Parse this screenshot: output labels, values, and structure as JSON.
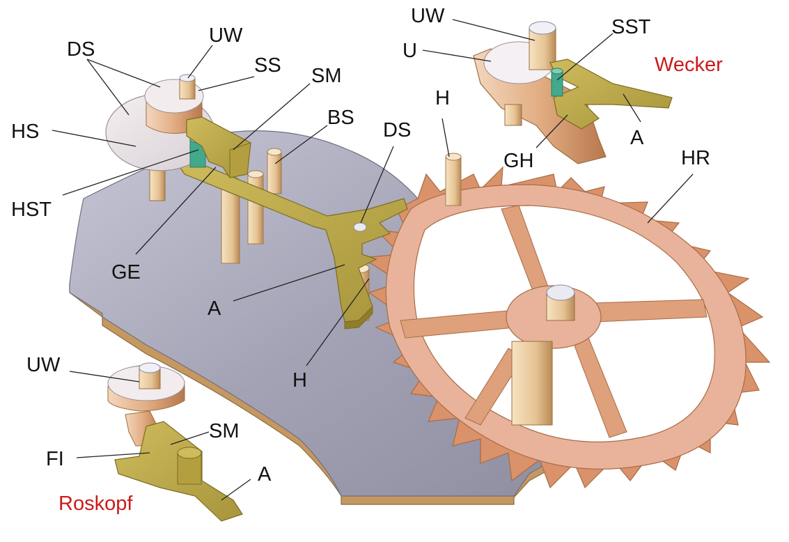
{
  "colors": {
    "plate": "#a7a7b9",
    "plate_edge": "#b88b50",
    "brass": "#e4b48f",
    "brass_dark": "#b9784c",
    "lever": "#bba84a",
    "lever_dark": "#8f7d2a",
    "pin": "#eed2a6",
    "jewel": "#3aa58c",
    "caption_red": "#cc1a1a"
  },
  "labels": {
    "main_uw": "UW",
    "main_ds_top": "DS",
    "main_ss": "SS",
    "main_sm": "SM",
    "main_hs": "HS",
    "main_bs": "BS",
    "main_h_top": "H",
    "main_ds_fork": "DS",
    "main_hst": "HST",
    "main_ge": "GE",
    "main_a": "A",
    "main_h_bottom": "H",
    "main_hr": "HR",
    "wecker_uw": "UW",
    "wecker_u": "U",
    "wecker_sst": "SST",
    "wecker_gh": "GH",
    "wecker_a": "A",
    "roskopf_uw": "UW",
    "roskopf_sm": "SM",
    "roskopf_fi": "FI",
    "roskopf_a": "A"
  },
  "captions": {
    "wecker": "Wecker",
    "roskopf": "Roskopf"
  }
}
